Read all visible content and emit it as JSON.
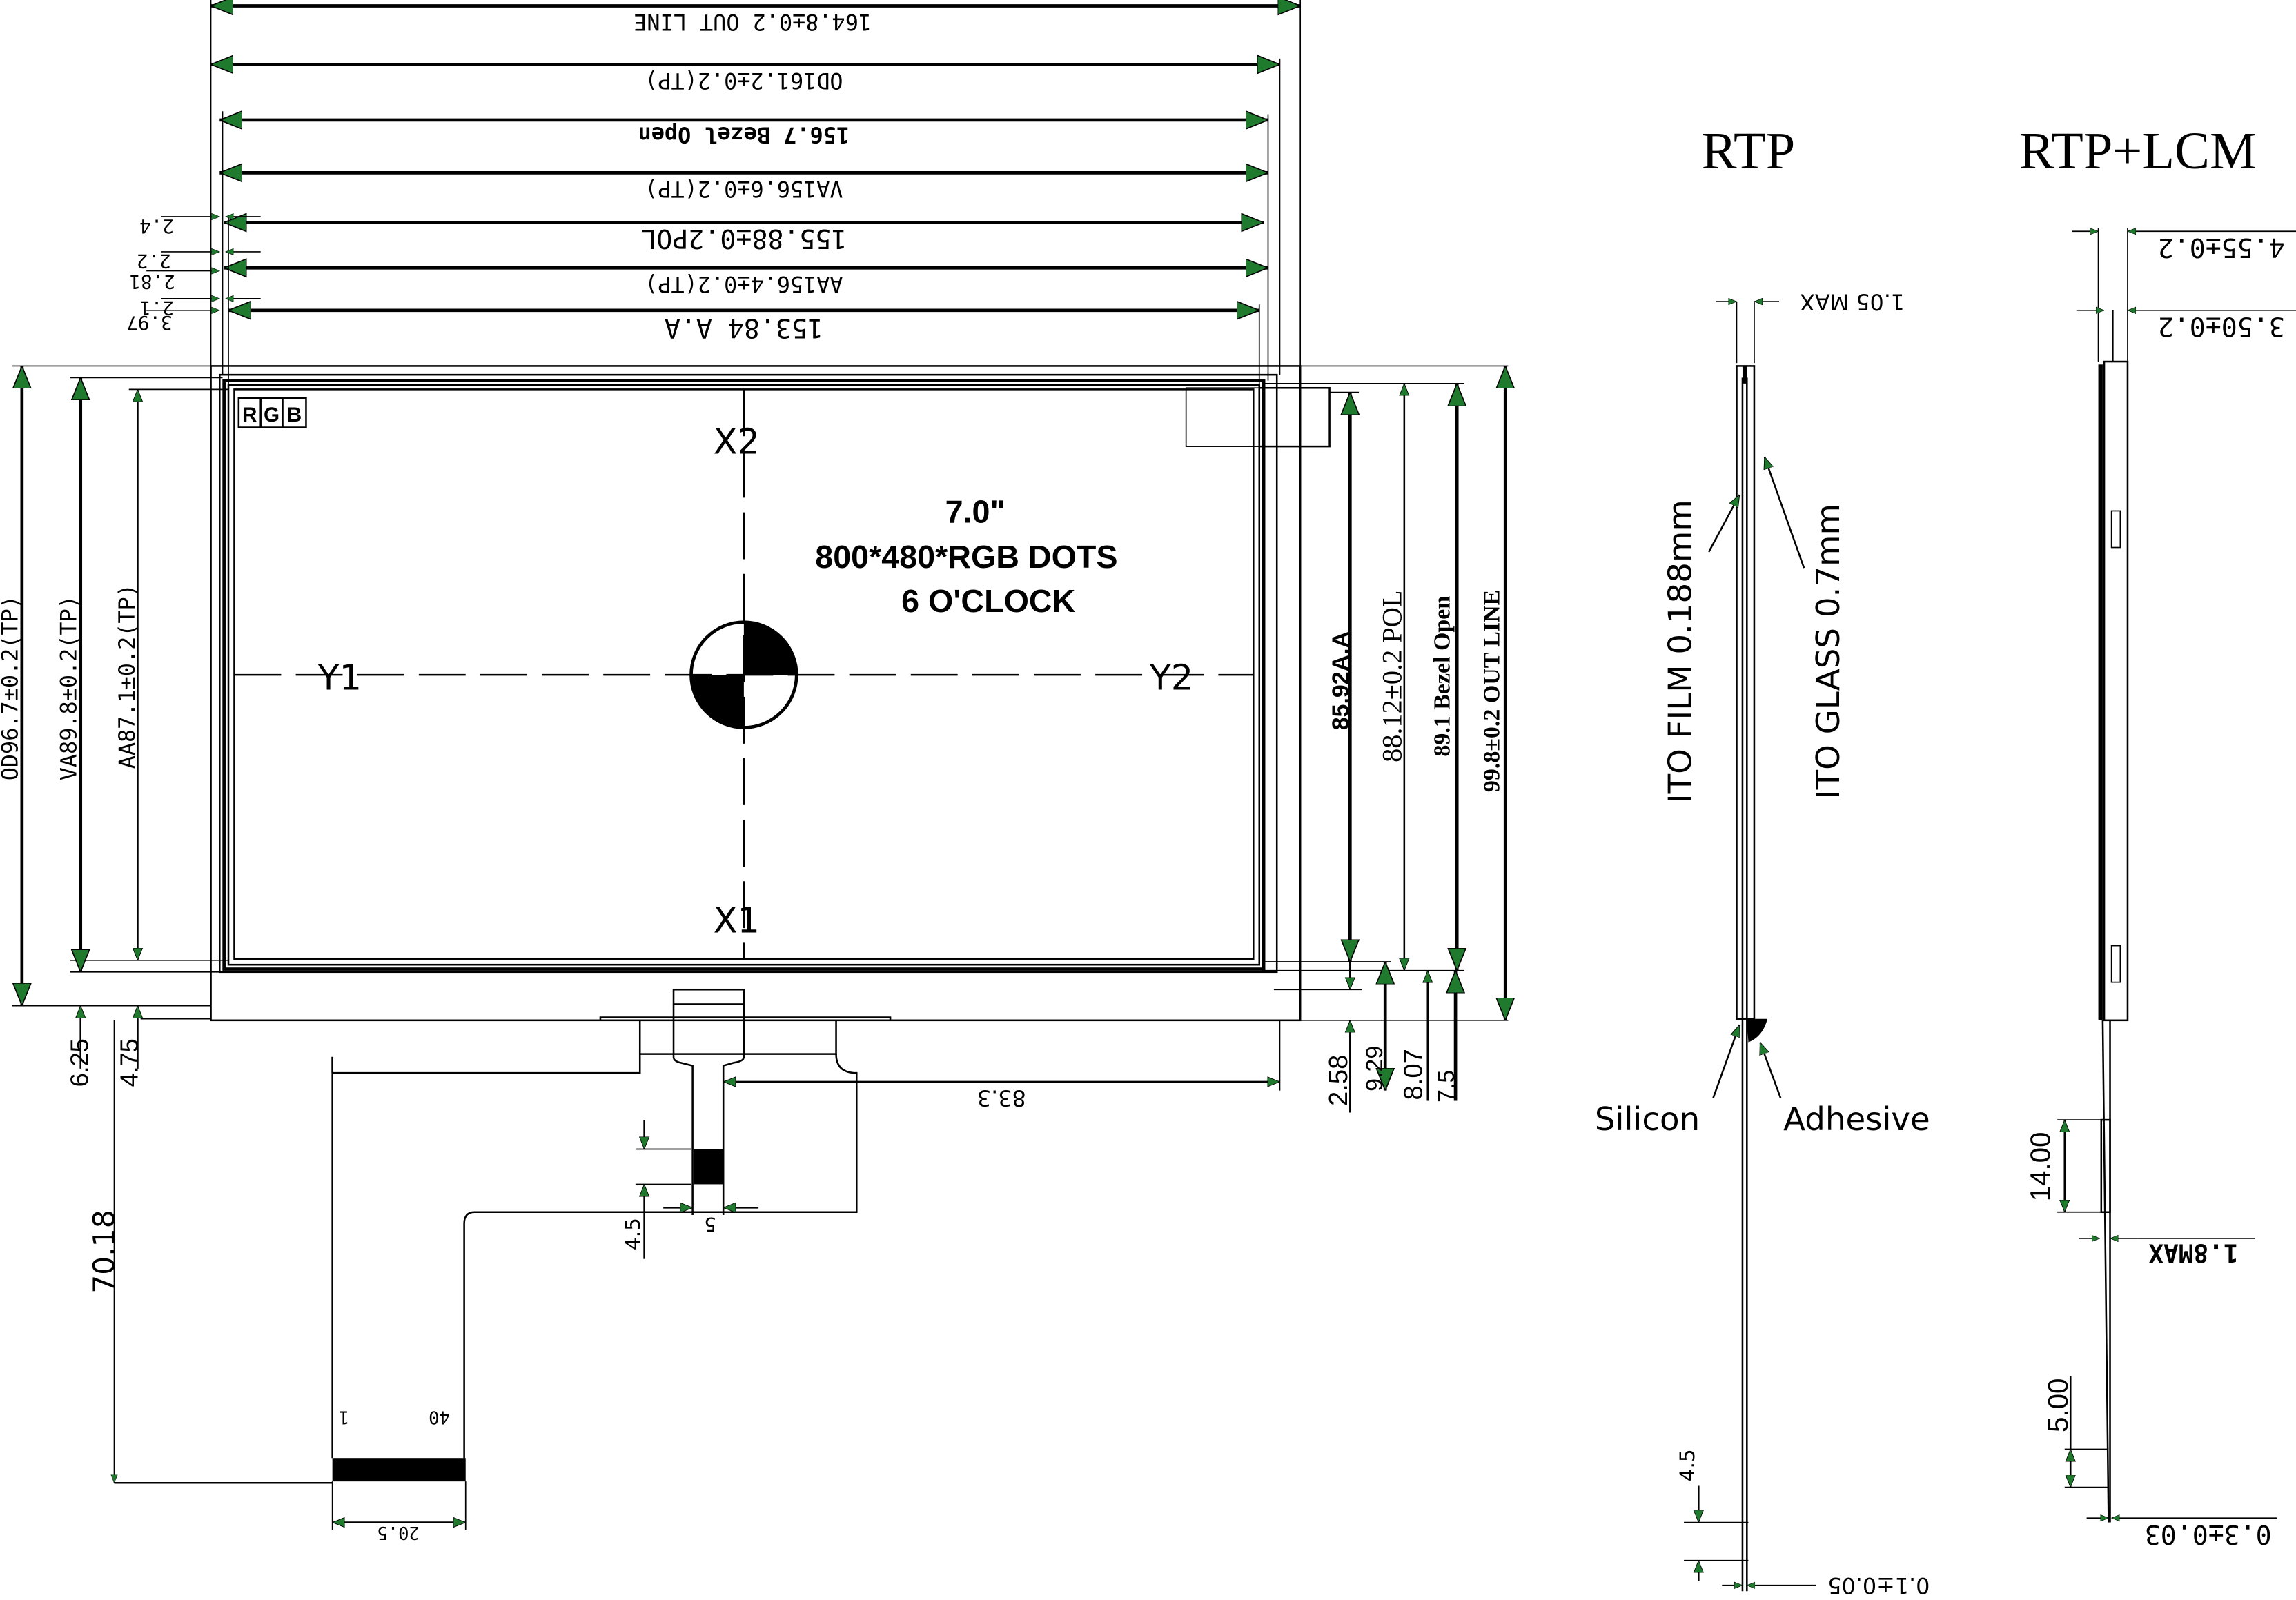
{
  "front_view": {
    "top_dimensions": [
      {
        "id": "outline_w",
        "label": "164.8±0.2  OUT LINE"
      },
      {
        "id": "od_w",
        "label": "OD161.2±0.2(TP)"
      },
      {
        "id": "bezel_w",
        "label": "156.7 Bezel Open"
      },
      {
        "id": "va_w",
        "label": "VA156.6±0.2(TP)"
      },
      {
        "id": "pol_w",
        "label": "155.88±0.2POL"
      },
      {
        "id": "aa_tp_w",
        "label": "AA156.4±0.2(TP)"
      },
      {
        "id": "aa_w",
        "label": "153.84 A.A"
      }
    ],
    "left_offsets": [
      "2.4",
      "2.2",
      "2.81",
      "2.1",
      "3.97"
    ],
    "left_dimensions": [
      {
        "id": "od_h",
        "label": "OD96.7±0.2(TP)"
      },
      {
        "id": "va_h",
        "label": "VA89.8±0.2(TP)"
      },
      {
        "id": "aa_h",
        "label": "AA87.1±0.2(TP)"
      }
    ],
    "left_bottom_offsets": [
      "6.25",
      "4.75"
    ],
    "right_dimensions": [
      {
        "id": "aa_h2",
        "label": "85.92A.A"
      },
      {
        "id": "pol_h",
        "label": "88.12±0.2 POL"
      },
      {
        "id": "bezel_h",
        "label": "89.1 Bezel Open"
      },
      {
        "id": "outline_h",
        "label": "99.8±0.2 OUT LINE"
      }
    ],
    "right_bottom_offsets": [
      "2.58",
      "9.29",
      "8.07",
      "7.5"
    ],
    "panel_text": {
      "size": "7.0\"",
      "resolution": "800*480*RGB  DOTS",
      "viewing": "6 O'CLOCK"
    },
    "rgb_box": [
      "R",
      "G",
      "B"
    ],
    "axis_labels": {
      "x1": "X1",
      "x2": "X2",
      "y1": "Y1",
      "y2": "Y2"
    },
    "fpc": {
      "offset_from_right": "83.3",
      "tail_width": "5",
      "stiffener_height": "4.5",
      "total_length": "70.18",
      "connector_width": "20.5",
      "pin_first": "1",
      "pin_last": "40"
    }
  },
  "rtp_view": {
    "title": "RTP",
    "thickness": "1.05 MAX",
    "film_label": "ITO FILM 0.188mm",
    "glass_label": "ITO GLASS 0.7mm",
    "silicon_label": "Silicon",
    "adhesive_label": "Adhesive",
    "tail_stiffener": "4.5",
    "tail_thickness": "0.1±0.05"
  },
  "rtp_lcm_view": {
    "title": "RTP+LCM",
    "total_thickness": "4.55±0.2",
    "lcm_thickness": "3.50±0.2",
    "fpc_bend": "14.00",
    "fpc_max": "1.8MAX",
    "fpc_tip": "5.00",
    "fpc_thickness": "0.3±0.03"
  }
}
